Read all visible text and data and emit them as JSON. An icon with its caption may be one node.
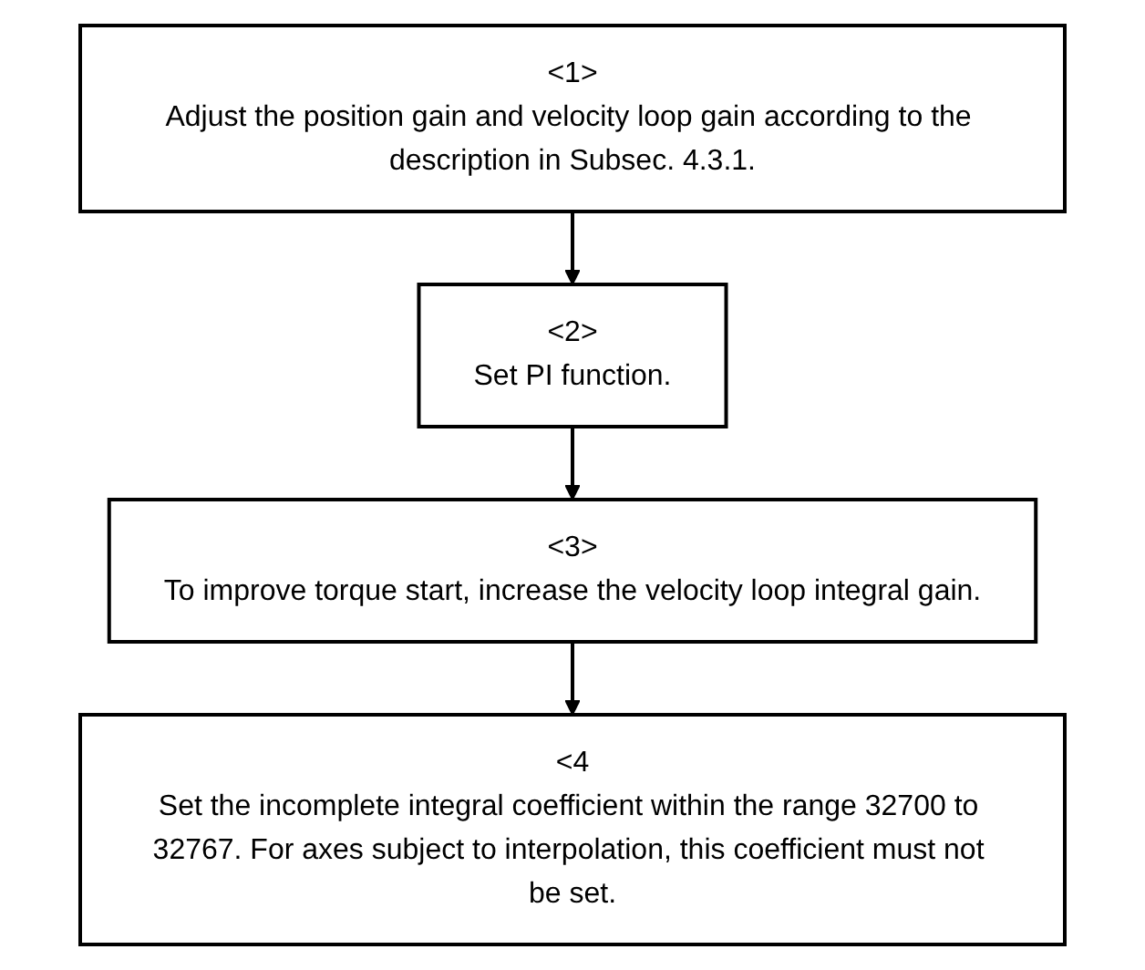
{
  "diagram": {
    "nodes": [
      {
        "text": [
          "<1>",
          "Adjust the position gain and velocity loop gain according to the description in Subsec. 4.3.1."
        ]
      },
      {
        "text": [
          "<2>",
          "Set PI function."
        ]
      },
      {
        "text": [
          "<3>",
          "To improve torque start, increase the velocity loop integral gain."
        ]
      },
      {
        "text": [
          "<4",
          "Set the incomplete integral coefficient within the range 32700 to 32767. For axes subject to interpolation, this coefficient must not be set."
        ]
      }
    ],
    "edges": [
      {
        "from": 0,
        "to": 1,
        "arrow": "to"
      },
      {
        "from": 1,
        "to": 2,
        "arrow": "to"
      },
      {
        "from": 2,
        "to": 3,
        "arrow": "to"
      }
    ]
  }
}
